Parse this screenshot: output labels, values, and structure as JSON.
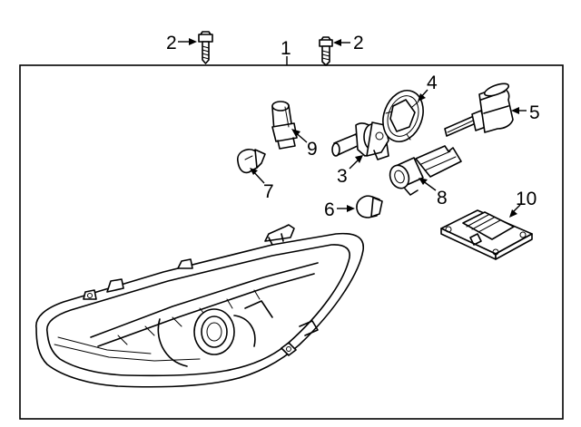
{
  "callouts": {
    "c1": "1",
    "c2a": "2",
    "c2b": "2",
    "c3": "3",
    "c4": "4",
    "c5": "5",
    "c6": "6",
    "c7": "7",
    "c8": "8",
    "c9": "9",
    "c10": "10"
  },
  "parts": [
    {
      "callout": "1",
      "icon": "headlamp-assembly-icon"
    },
    {
      "callout": "2",
      "icon": "bolt-icon"
    },
    {
      "callout": "3",
      "icon": "low-beam-bulb-icon"
    },
    {
      "callout": "4",
      "icon": "dust-cover-icon"
    },
    {
      "callout": "5",
      "icon": "hid-bulb-icon"
    },
    {
      "callout": "6",
      "icon": "turn-signal-bulb-icon"
    },
    {
      "callout": "7",
      "icon": "side-marker-bulb-icon"
    },
    {
      "callout": "8",
      "icon": "bulb-socket-icon"
    },
    {
      "callout": "9",
      "icon": "high-beam-bulb-icon"
    },
    {
      "callout": "10",
      "icon": "ballast-module-icon"
    }
  ]
}
